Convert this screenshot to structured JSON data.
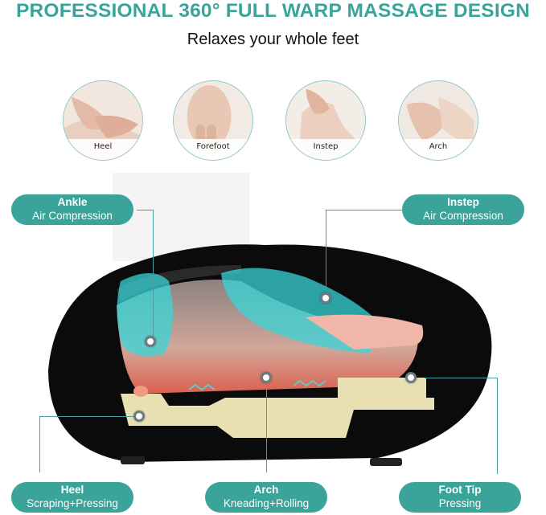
{
  "header": {
    "title": "PROFESSIONAL 360° FULL WARP MASSAGE DESIGN",
    "subtitle": "Relaxes your whole feet"
  },
  "massage_areas": [
    {
      "label": "Heel",
      "icon": "heel-massage-photo"
    },
    {
      "label": "Forefoot",
      "icon": "forefoot-massage-photo"
    },
    {
      "label": "Instep",
      "icon": "instep-massage-photo"
    },
    {
      "label": "Arch",
      "icon": "arch-massage-photo"
    }
  ],
  "callouts": {
    "ankle": {
      "title": "Ankle",
      "desc": "Air Compression"
    },
    "instep": {
      "title": "Instep",
      "desc": "Air Compression"
    },
    "heel": {
      "title": "Heel",
      "desc": "Scraping+Pressing"
    },
    "arch": {
      "title": "Arch",
      "desc": "Kneading+Rolling"
    },
    "foot_tip": {
      "title": "Foot Tip",
      "desc": "Pressing"
    }
  },
  "colors": {
    "accent": "#3aa49b",
    "connector": "#4a9fa0",
    "device_body": "#0b0b0b",
    "air_bag": "#38d6d8",
    "roller": "#e8dfb2"
  }
}
